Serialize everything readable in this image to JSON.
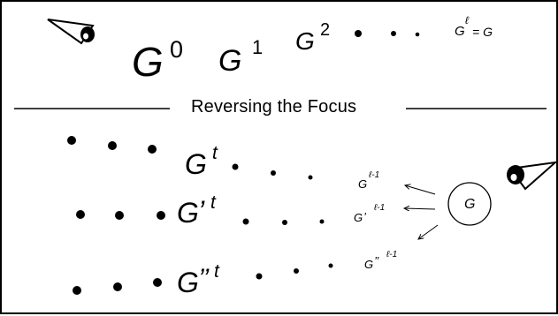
{
  "top_sequence": {
    "g0": {
      "base": "G",
      "exp": "0"
    },
    "g1": {
      "base": "G",
      "exp": "1"
    },
    "g2": {
      "base": "G",
      "exp": "2"
    },
    "gl": {
      "base": "G",
      "exp": "ℓ",
      "suffix": "= G"
    }
  },
  "divider_title": "Reversing the Focus",
  "rows": [
    {
      "base": "G",
      "prime": "",
      "exp": "t"
    },
    {
      "base": "G",
      "prime": "’",
      "exp": "t"
    },
    {
      "base": "G",
      "prime": "’’",
      "exp": "t"
    }
  ],
  "targets": [
    {
      "base": "G",
      "prime": "",
      "exp": "ℓ-1"
    },
    {
      "base": "G",
      "prime": "’",
      "exp": "ℓ-1"
    },
    {
      "base": "G",
      "prime": "’’",
      "exp": "ℓ-1"
    }
  ],
  "source_node": "G"
}
